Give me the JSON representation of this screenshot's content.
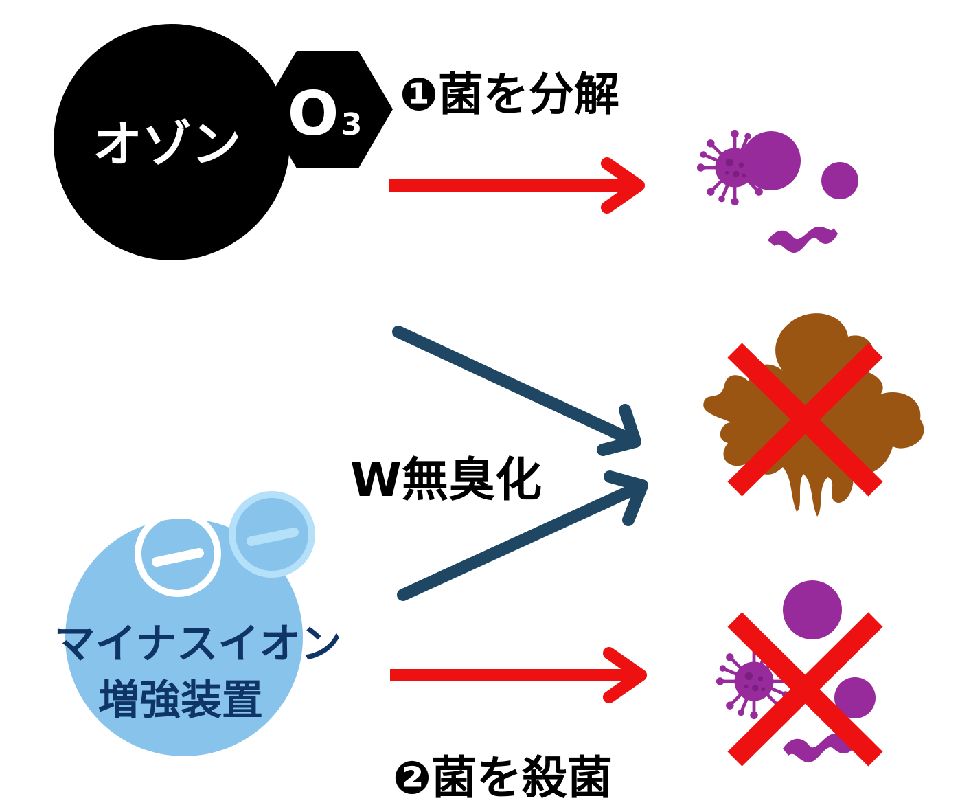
{
  "colors": {
    "black": "#000000",
    "white": "#ffffff",
    "red_arrow": "#ee1111",
    "navy_arrow": "#1f4663",
    "ion_blue": "#87c3ea",
    "ion_light": "#b4e0fa",
    "ion_text": "#0f3566",
    "germ_purple": "#972b9c",
    "germ_dark": "#7a1f80",
    "odor_brown": "#9a5513",
    "cross_red": "#ee1111"
  },
  "ozone": {
    "name": "オゾン",
    "formula_main": "O",
    "formula_sub": "3"
  },
  "ion_device": {
    "minus_symbol": "−",
    "line1": "マイナスイオン",
    "line2": "増強装置"
  },
  "labels": {
    "step1": "❶菌を分解",
    "center": "W無臭化",
    "step2": "❷菌を殺菌"
  },
  "icons": {
    "top_right": "virus-bacteria-icon",
    "middle_right": "odor-cloud-icon",
    "bottom_right": "virus-bacteria-icon",
    "cross": "red-x-icon"
  }
}
